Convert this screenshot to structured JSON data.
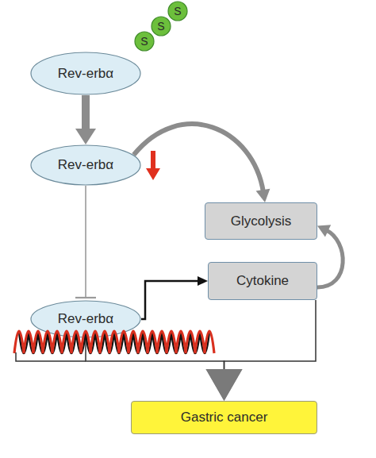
{
  "diagram": {
    "nodes": [
      {
        "text": [
          "Rev-erbα"
        ]
      },
      {
        "text": [
          "S"
        ]
      },
      {
        "text": [
          "S"
        ]
      },
      {
        "text": [
          "S"
        ]
      },
      {
        "text": [
          "Rev-erbα"
        ]
      },
      {
        "text": [
          "Glycolysis"
        ]
      },
      {
        "text": [
          "Cytokine"
        ]
      },
      {
        "text": [
          "Rev-erbα"
        ]
      },
      {
        "text": [
          "Gastric cancer"
        ]
      }
    ],
    "edges": [
      {
        "from": 0,
        "to": 4,
        "arrow": "to"
      },
      {
        "from": 4,
        "to": 7,
        "arrow": "to"
      },
      {
        "from": 4,
        "to": 5,
        "arrow": "to"
      },
      {
        "from": 7,
        "to": 6,
        "arrow": "to"
      },
      {
        "from": 6,
        "to": 5,
        "arrow": "to"
      },
      {
        "from": 7,
        "to": 8,
        "arrow": "to"
      },
      {
        "from": 6,
        "to": 8,
        "arrow": "to"
      }
    ]
  }
}
